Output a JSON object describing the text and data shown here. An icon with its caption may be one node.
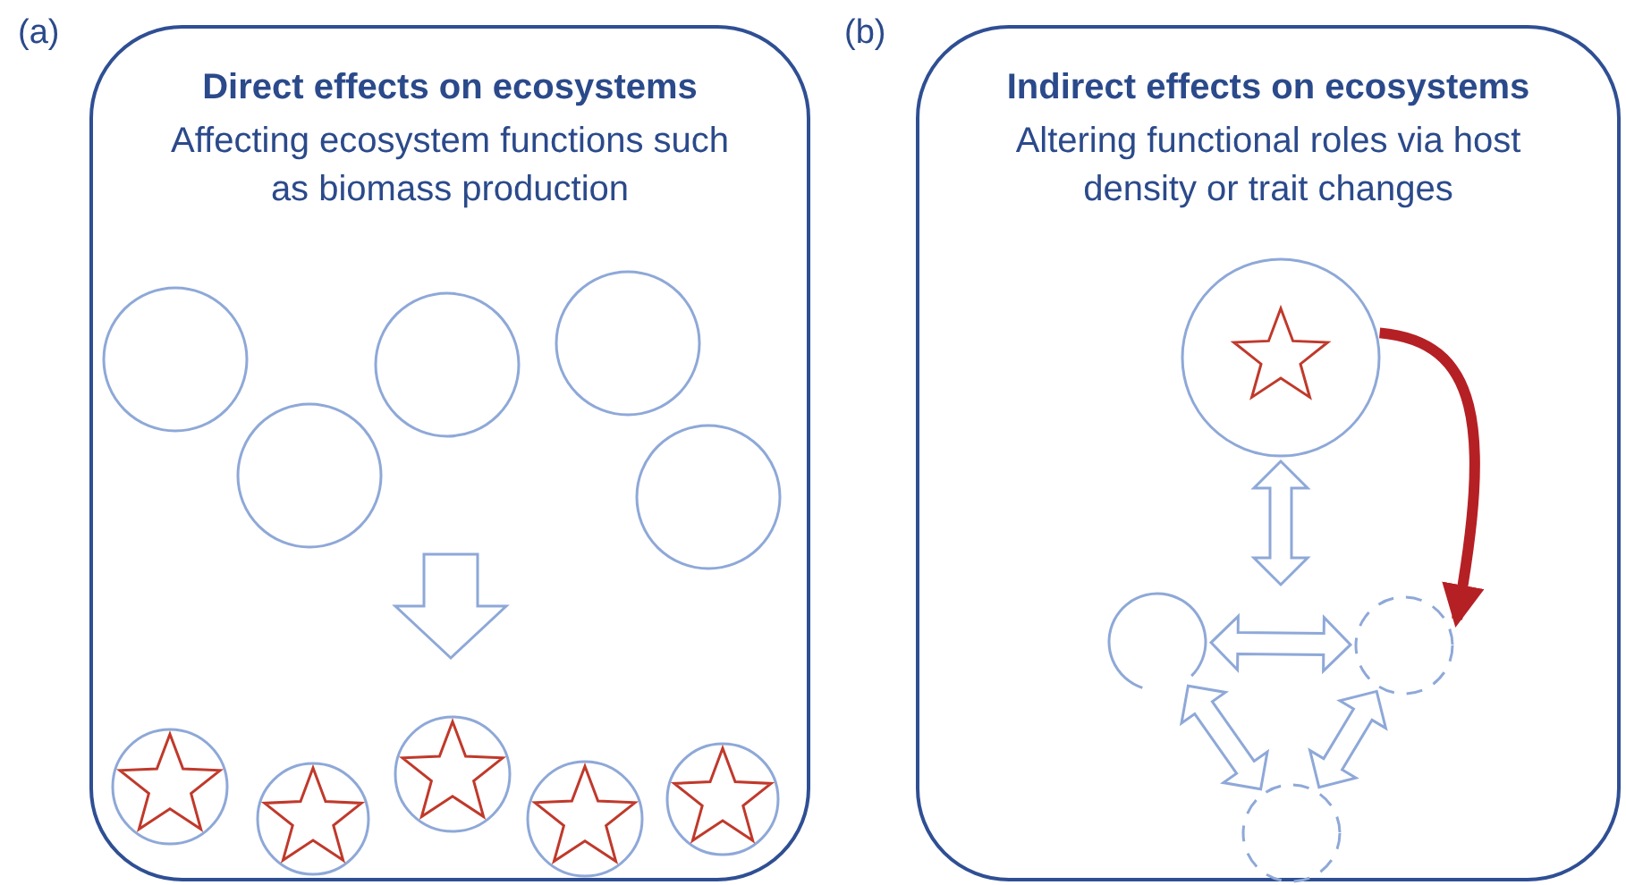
{
  "diagram": {
    "nodes": [
      {
        "text": [
          "Direct effects on ecosystems",
          "Affecting ecosystem functions such as biomass production"
        ]
      },
      {
        "text": [],
        "shape": "circle",
        "in": 0
      },
      {
        "text": [],
        "shape": "circle",
        "in": 0
      },
      {
        "text": [],
        "shape": "circle",
        "in": 0
      },
      {
        "text": [],
        "shape": "circle",
        "in": 0
      },
      {
        "text": [],
        "shape": "circle",
        "in": 0
      },
      {
        "text": [],
        "shape": "star",
        "in": 0
      },
      {
        "text": [],
        "shape": "star",
        "in": 0
      },
      {
        "text": [],
        "shape": "star",
        "in": 0
      },
      {
        "text": [],
        "shape": "star",
        "in": 0
      },
      {
        "text": [],
        "shape": "star",
        "in": 0
      },
      {
        "text": [
          "Indirect effects on ecosystems",
          "Altering functional roles via host density or trait changes"
        ]
      },
      {
        "text": [],
        "shape": "star",
        "in": 11
      },
      {
        "text": [],
        "shape": "circle",
        "in": 11
      },
      {
        "text": [],
        "shape": "circle",
        "in": 11
      },
      {
        "text": [],
        "shape": "circle",
        "in": 11
      }
    ],
    "edges": [
      {
        "from": 12,
        "to": null,
        "arrow": "both"
      },
      {
        "from": 13,
        "to": 14,
        "arrow": "both"
      },
      {
        "from": 13,
        "to": 15,
        "arrow": "both"
      },
      {
        "from": 14,
        "to": 15,
        "arrow": "both"
      },
      {
        "from": 12,
        "to": 14,
        "arrow": "to",
        "color": "#b52025"
      }
    ],
    "labels": [
      "(a)",
      "(b)"
    ]
  }
}
